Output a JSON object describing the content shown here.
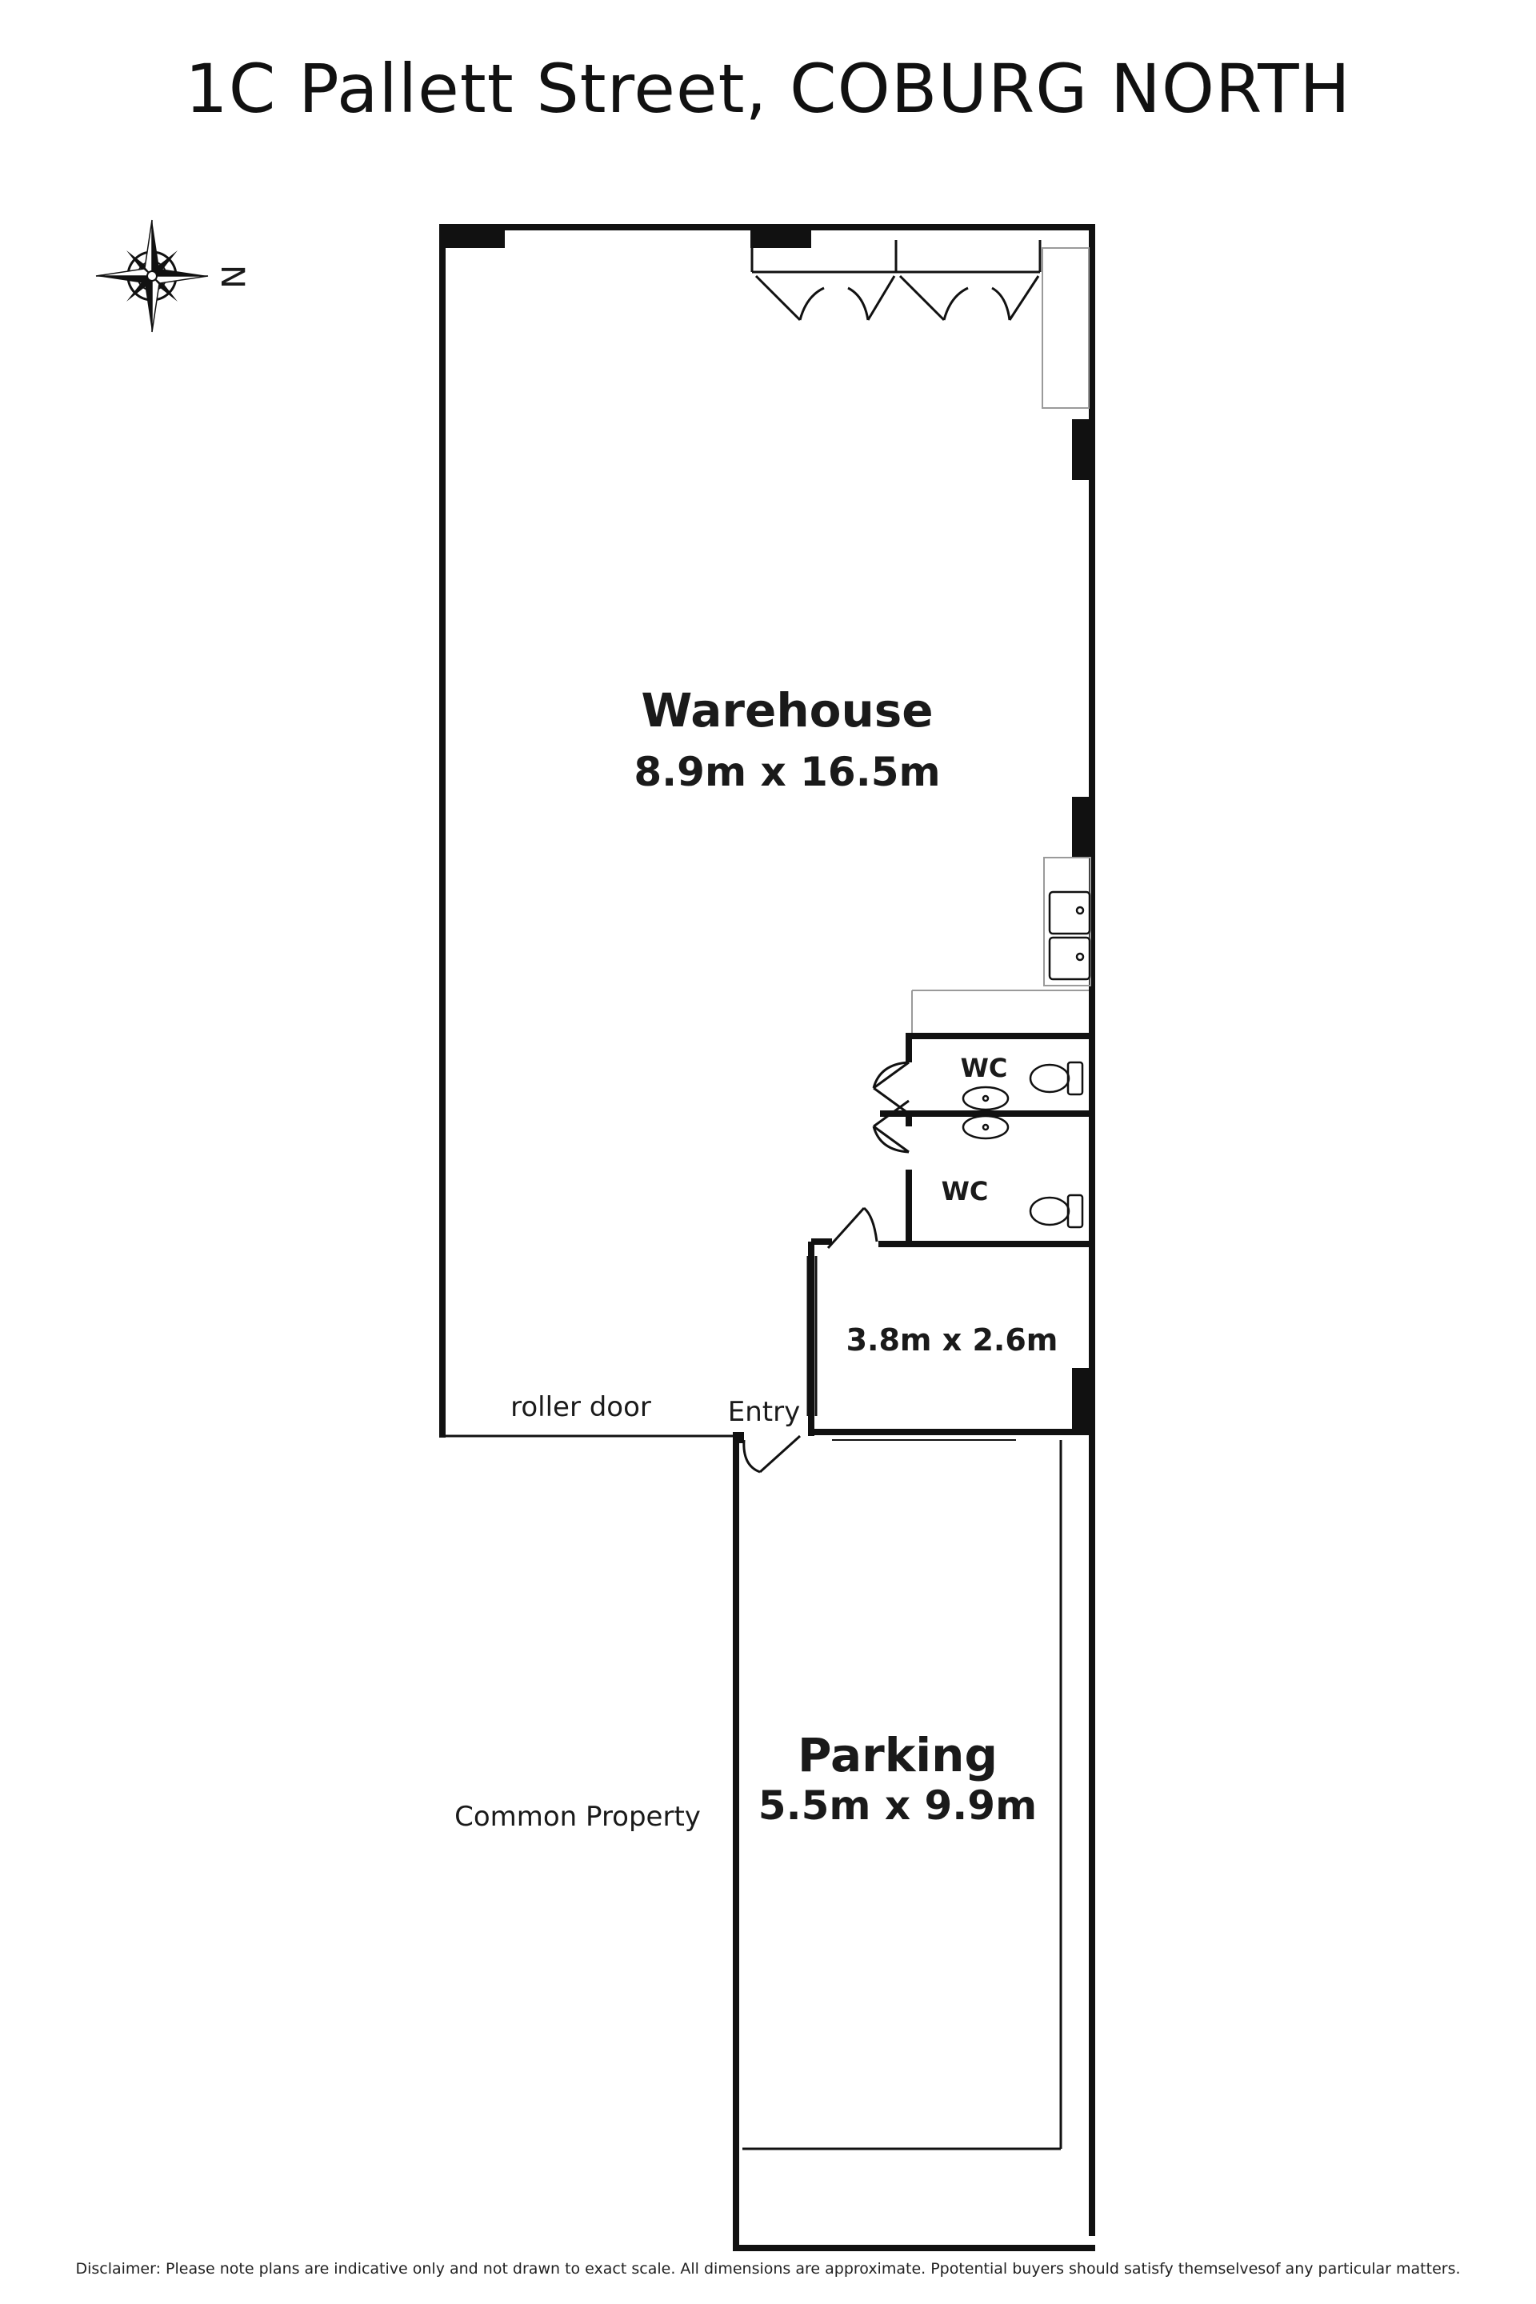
{
  "header": {
    "title": "1C Pallett Street, COBURG NORTH"
  },
  "compass": {
    "icon": "compass-rose-icon",
    "north_label": "N"
  },
  "rooms": {
    "warehouse": {
      "name": "Warehouse",
      "dimensions": "8.9m x 16.5m"
    },
    "wc_upper": {
      "name": "WC"
    },
    "wc_lower": {
      "name": "WC"
    },
    "office": {
      "dimensions": "3.8m x 2.6m"
    },
    "parking": {
      "name": "Parking",
      "dimensions": "5.5m x 9.9m"
    }
  },
  "labels": {
    "roller_door": "roller door",
    "entry": "Entry",
    "common_property": "Common Property"
  },
  "footer": {
    "disclaimer": "Disclaimer: Please note plans are indicative only and not drawn to exact scale. All dimensions are approximate. Ppotential buyers should satisfy themselvesof any particular matters."
  },
  "colors": {
    "wall": "#111111",
    "thin_line": "#9a9a9a",
    "background": "#ffffff"
  }
}
